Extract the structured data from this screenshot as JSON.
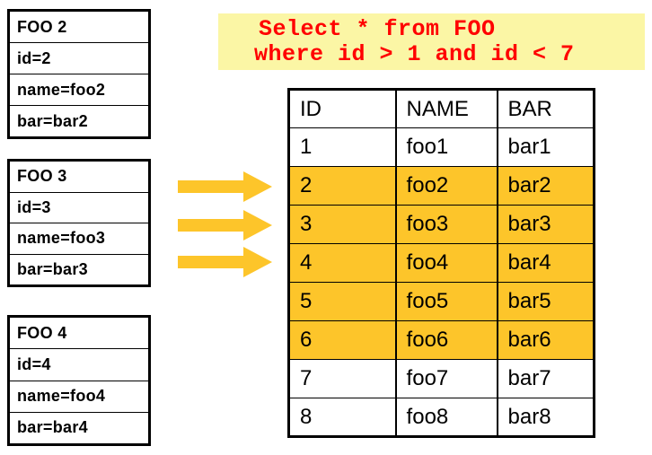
{
  "colors": {
    "gold": "#FDC52A",
    "query_highlight": "#FBF6A5",
    "query_text": "#FF0000",
    "border": "#000000"
  },
  "query": {
    "lines": [
      "Select * from FOO",
      "where id > 1 and id < 7"
    ]
  },
  "cards": [
    {
      "title": "FOO 2",
      "fields": [
        "id=2",
        "name=foo2",
        "bar=bar2"
      ]
    },
    {
      "title": "FOO 3",
      "fields": [
        "id=3",
        "name=foo3",
        "bar=bar3"
      ]
    },
    {
      "title": "FOO 4",
      "fields": [
        "id=4",
        "name=foo4",
        "bar=bar4"
      ]
    }
  ],
  "arrows": {
    "count": 3,
    "direction": "right"
  },
  "table": {
    "headers": [
      "ID",
      "NAME",
      "BAR"
    ],
    "rows": [
      {
        "cells": [
          "1",
          "foo1",
          "bar1"
        ],
        "highlighted": false
      },
      {
        "cells": [
          "2",
          "foo2",
          "bar2"
        ],
        "highlighted": true
      },
      {
        "cells": [
          "3",
          "foo3",
          "bar3"
        ],
        "highlighted": true
      },
      {
        "cells": [
          "4",
          "foo4",
          "bar4"
        ],
        "highlighted": true
      },
      {
        "cells": [
          "5",
          "foo5",
          "bar5"
        ],
        "highlighted": true
      },
      {
        "cells": [
          "6",
          "foo6",
          "bar6"
        ],
        "highlighted": true
      },
      {
        "cells": [
          "7",
          "foo7",
          "bar7"
        ],
        "highlighted": false
      },
      {
        "cells": [
          "8",
          "foo8",
          "bar8"
        ],
        "highlighted": false
      }
    ]
  }
}
